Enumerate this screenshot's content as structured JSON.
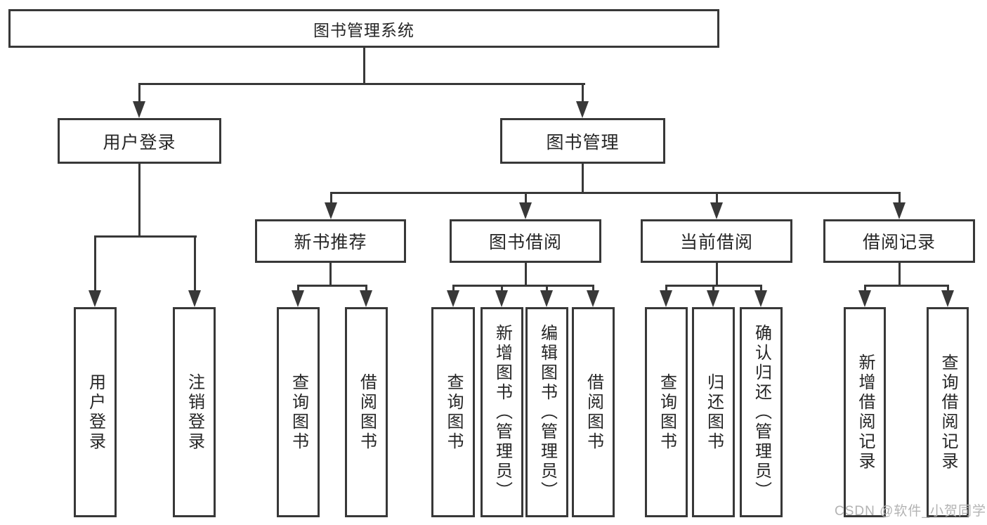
{
  "tree": {
    "label": "图书管理系统",
    "children": [
      {
        "label": "用户登录",
        "children": [
          {
            "label": "用户登录"
          },
          {
            "label": "注销登录"
          }
        ]
      },
      {
        "label": "图书管理",
        "children": [
          {
            "label": "新书推荐",
            "children": [
              {
                "label": "查询图书"
              },
              {
                "label": "借阅图书"
              }
            ]
          },
          {
            "label": "图书借阅",
            "children": [
              {
                "label": "查询图书"
              },
              {
                "label": "新增图书（管理员）"
              },
              {
                "label": "编辑图书（管理员）"
              },
              {
                "label": "借阅图书"
              }
            ]
          },
          {
            "label": "当前借阅",
            "children": [
              {
                "label": "查询图书"
              },
              {
                "label": "归还图书"
              },
              {
                "label": "确认归还（管理员）"
              }
            ]
          },
          {
            "label": "借阅记录",
            "children": [
              {
                "label": "新增借阅记录"
              },
              {
                "label": "查询借阅记录"
              }
            ]
          }
        ]
      }
    ]
  },
  "watermark": {
    "text": "CSDN @软件_小贺同学"
  },
  "colors": {
    "line": "#383838",
    "text": "#262626",
    "background": "#ffffff",
    "watermark": "#b3b3b3"
  }
}
